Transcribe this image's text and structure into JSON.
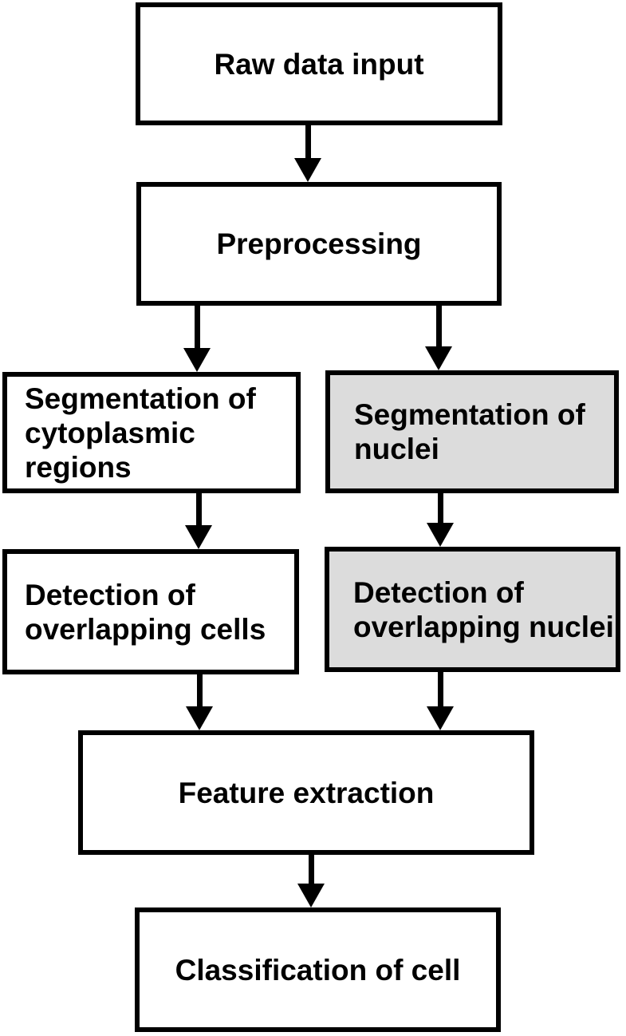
{
  "diagram": {
    "type": "flowchart",
    "background": "#ffffff",
    "colors": {
      "node_fill": "#ffffff",
      "highlight_fill": "#dcdcdc",
      "border": "#000000",
      "text": "#000000",
      "arrow": "#000000"
    },
    "nodes": {
      "raw_data_input": {
        "lines": [
          "Raw data input"
        ],
        "highlighted": false
      },
      "preprocessing": {
        "lines": [
          "Preprocessing"
        ],
        "highlighted": false
      },
      "segmentation_cytoplasmic": {
        "lines": [
          "Segmentation of",
          "cytoplasmic regions"
        ],
        "highlighted": false
      },
      "segmentation_nuclei": {
        "lines": [
          "Segmentation of",
          "nuclei"
        ],
        "highlighted": true
      },
      "detection_overlapping_cells": {
        "lines": [
          "Detection of",
          "overlapping cells"
        ],
        "highlighted": false
      },
      "detection_overlapping_nuclei": {
        "lines": [
          "Detection of",
          "overlapping nuclei"
        ],
        "highlighted": true
      },
      "feature_extraction": {
        "lines": [
          "Feature extraction"
        ],
        "highlighted": false
      },
      "classification_of_cell": {
        "lines": [
          "Classification of cell"
        ],
        "highlighted": false
      }
    },
    "edges": [
      {
        "from": "raw_data_input",
        "to": "preprocessing"
      },
      {
        "from": "preprocessing",
        "to": "segmentation_cytoplasmic"
      },
      {
        "from": "preprocessing",
        "to": "segmentation_nuclei"
      },
      {
        "from": "segmentation_cytoplasmic",
        "to": "detection_overlapping_cells"
      },
      {
        "from": "segmentation_nuclei",
        "to": "detection_overlapping_nuclei"
      },
      {
        "from": "detection_overlapping_cells",
        "to": "feature_extraction"
      },
      {
        "from": "detection_overlapping_nuclei",
        "to": "feature_extraction"
      },
      {
        "from": "feature_extraction",
        "to": "classification_of_cell"
      }
    ]
  }
}
